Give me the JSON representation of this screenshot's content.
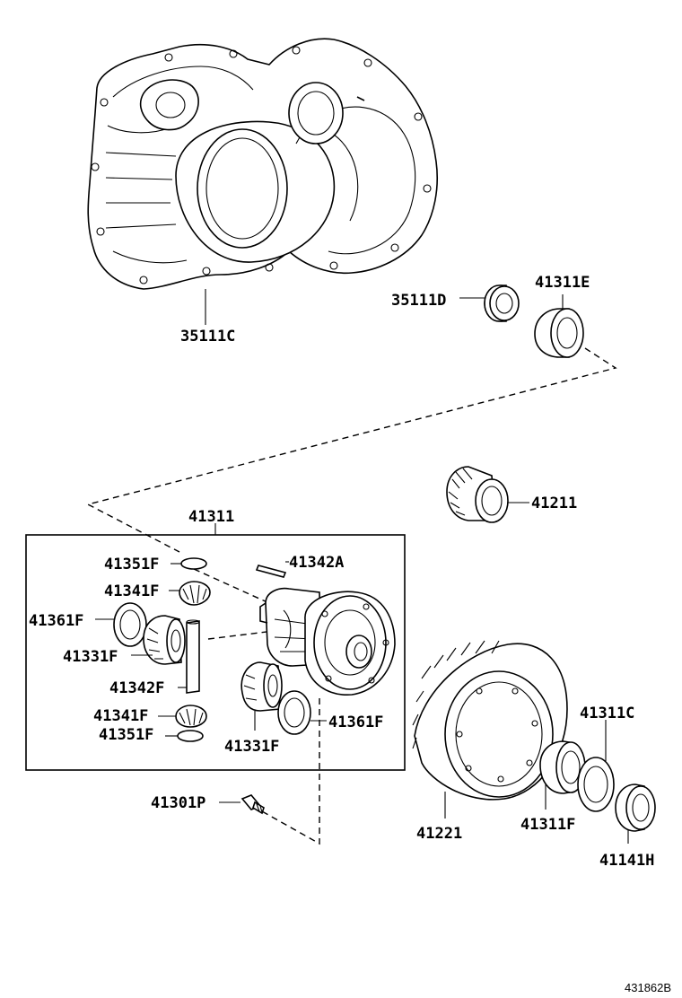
{
  "labels": {
    "l_35111C": "35111C",
    "l_35111D": "35111D",
    "l_41311E": "41311E",
    "l_41211": "41211",
    "l_41311": "41311",
    "l_41351F_top": "41351F",
    "l_41342A": "41342A",
    "l_41341F_top": "41341F",
    "l_41361F_left": "41361F",
    "l_41331F_left": "41331F",
    "l_41342F": "41342F",
    "l_41341F_bot": "41341F",
    "l_41351F_bot": "41351F",
    "l_41331F_right": "41331F",
    "l_41361F_right": "41361F",
    "l_41301P": "41301P",
    "l_41311C": "41311C",
    "l_41221": "41221",
    "l_41311F": "41311F",
    "l_41141H": "41141H"
  },
  "diagram_id": "431862B"
}
